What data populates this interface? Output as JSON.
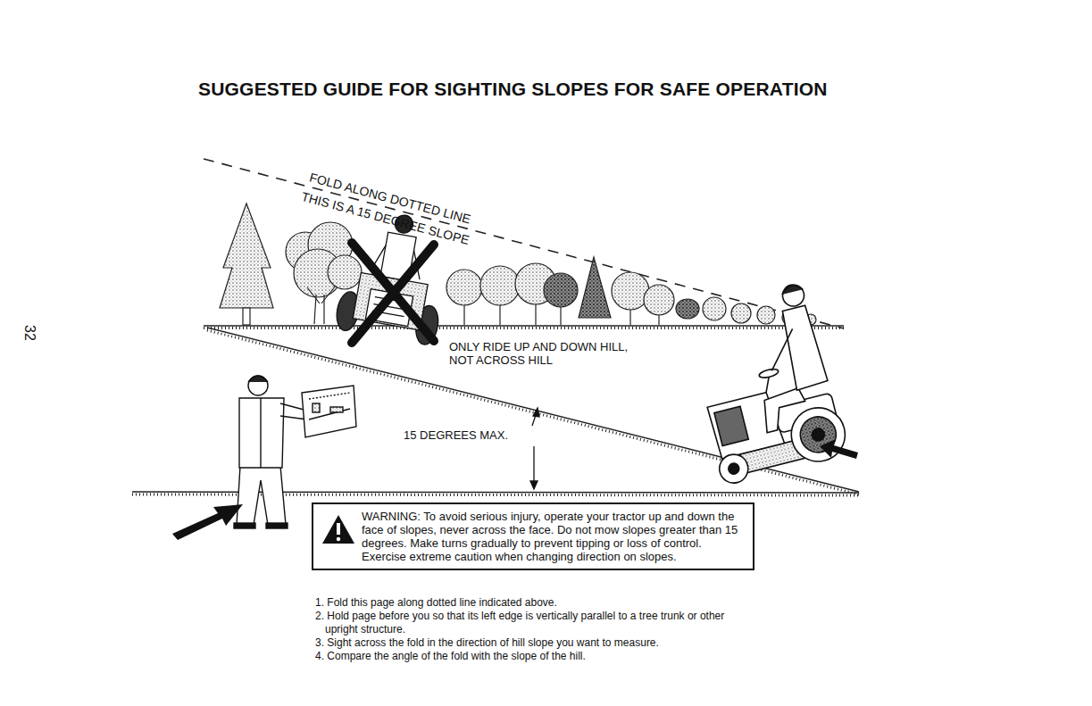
{
  "diagram": {
    "title": "SUGGESTED GUIDE FOR SIGHTING SLOPES FOR SAFE OPERATION",
    "nodes": [
      {
        "text": [
          "WARNING: To avoid serious injury, operate your tractor up and down the face of slopes, never across the face. Do not mow slopes greater than 15 degrees. Make turns gradually to prevent tipping or loss of control. Exercise extreme caution when changing direction on slopes."
        ]
      }
    ],
    "labels": [
      "32",
      "FOLD ALONG DOTTED LINE",
      "THIS IS A 15 DEGREE SLOPE",
      "ONLY RIDE UP AND DOWN HILL, NOT ACROSS HILL",
      "15 DEGREES MAX.",
      "1. Fold this page along dotted line indicated above.",
      "2. Hold page before you so that its left edge is vertically parallel to a tree trunk or other upright structure.",
      "3. Sight across the fold in the direction of hill slope you want to measure.",
      "4. Compare the angle of the fold with the slope of the hill."
    ]
  }
}
